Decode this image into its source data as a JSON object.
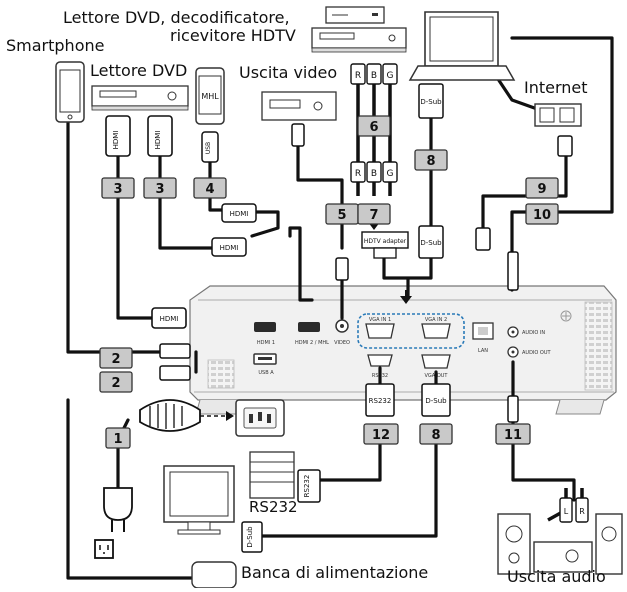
{
  "labels": {
    "dvd_decoder_hdtv": "Lettore DVD, decodificatore,",
    "dvd_decoder_hdtv_line2": "ricevitore HDTV",
    "smartphone": "Smartphone",
    "dvd_player": "Lettore DVD",
    "video_out": "Uscita video",
    "internet": "Internet",
    "power_bank": "Banca di alimentazione",
    "audio_out": "Uscita audio",
    "rs232_device": "RS232"
  },
  "device_labels": {
    "mhl": "MHL",
    "hdmi": "HDMI",
    "usb": "USB",
    "dsub": "D-Sub",
    "rs232": "RS232",
    "hdtv_adapter": "HDTV adapter",
    "r": "R",
    "b": "B",
    "g": "G",
    "l": "L"
  },
  "port_labels": {
    "hdmi1": "HDMI 1",
    "hdmi2": "HDMI 2 / MHL",
    "usba": "USB A",
    "video": "VIDEO",
    "vga_in1": "VGA IN 1",
    "vga_in2": "VGA IN 2",
    "rs232": "RS232",
    "vga_out": "VGA OUT",
    "lan": "LAN",
    "audio_in": "AUDIO IN",
    "audio_out": "AUDIO OUT"
  },
  "cable_numbers": [
    "1",
    "2",
    "2",
    "3",
    "3",
    "4",
    "5",
    "6",
    "7",
    "8",
    "8",
    "9",
    "10",
    "11",
    "12"
  ]
}
